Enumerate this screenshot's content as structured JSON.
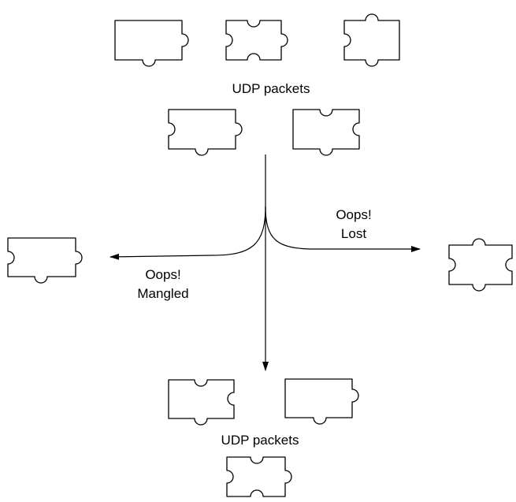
{
  "labels": {
    "udp_packets_top": "UDP packets",
    "lost_line1": "Oops!",
    "lost_line2": "Lost",
    "mangled_line1": "Oops!",
    "mangled_line2": "Mangled",
    "udp_packets_bottom": "UDP packets"
  },
  "colors": {
    "stroke": "#000000",
    "background": "#ffffff"
  }
}
